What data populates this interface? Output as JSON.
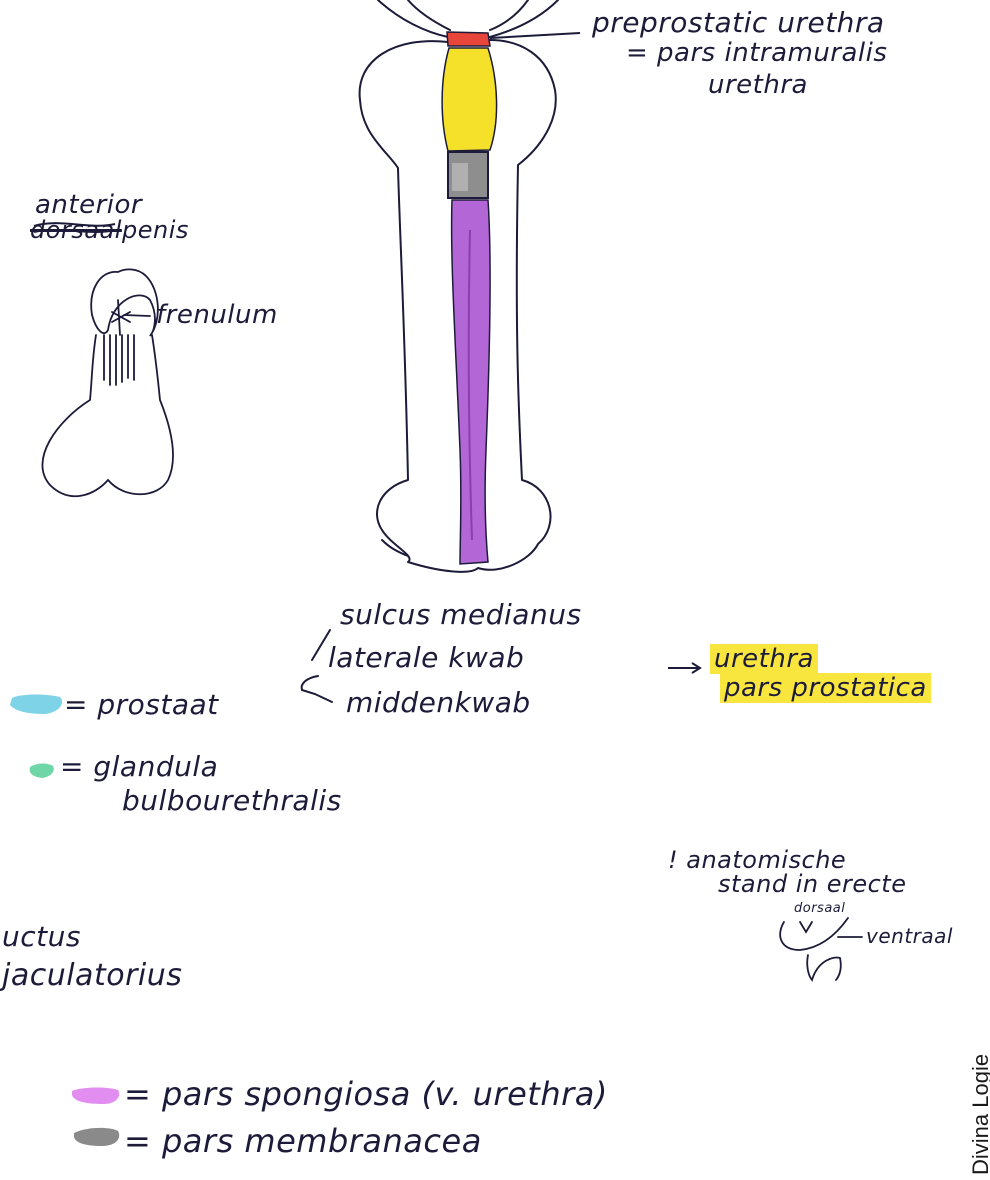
{
  "labels": {
    "preprostatic_line1": "preprostatic urethra",
    "preprostatic_line2": "= pars intramuralis",
    "preprostatic_line3": "urethra",
    "anterior": "anterior",
    "dorsaal_struck": "dorsaal",
    "penis": "penis",
    "frenulum": "frenulum",
    "sulcus": "sulcus medianus",
    "laterale": "laterale kwab",
    "midden": "middenkwab",
    "urethra_hl": "urethra",
    "pars_prostatica": "pars prostatica",
    "prostaat": "= prostaat",
    "glandula": "= glandula",
    "bulbo": "bulbourethralis",
    "anatomische": "! anatomische",
    "stand": "stand in erecte",
    "dorsaal_small": "dorsaal",
    "ventraal": "ventraal",
    "ductus": "uctus",
    "ejac": "jaculatorius",
    "spongiosa": "= pars spongiosa (v. urethra)",
    "membranacea": "= pars membranacea",
    "watermark": "Divina Logie"
  },
  "colors": {
    "red": "#e8463a",
    "yellow": "#f5e02a",
    "gray": "#8e8e8e",
    "purple": "#b367d6",
    "cyan": "#7fd3e6",
    "green": "#6fd6a8",
    "ink": "#1c1c3a"
  }
}
